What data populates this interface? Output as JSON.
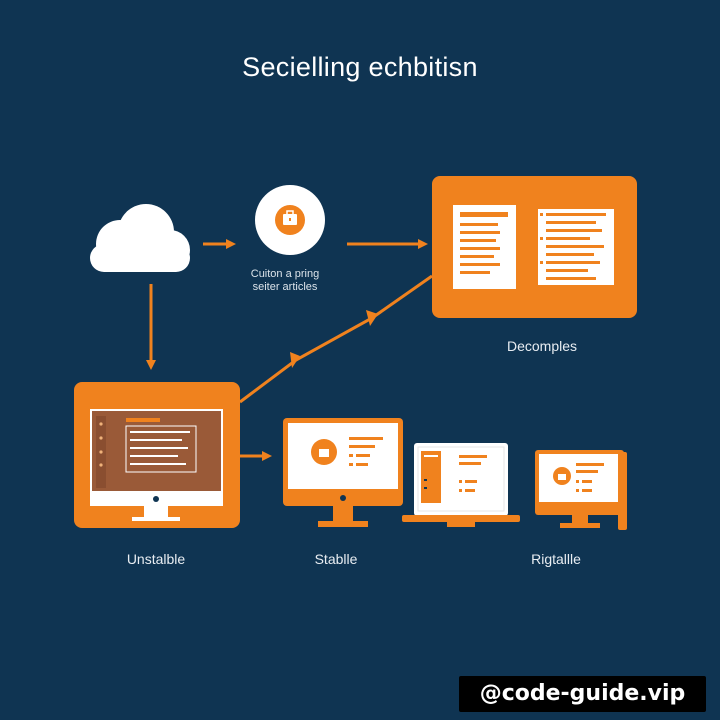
{
  "title": "Secielling echbitisn",
  "nodes": {
    "cloud": {
      "label": ""
    },
    "service": {
      "caption_line1": "Cuiton a pring",
      "caption_line2": "seiter articles"
    },
    "document_panel": {
      "label": "Decomples"
    },
    "unstable_monitor": {
      "label": "Unstalble"
    },
    "stable_devices": {
      "label": "Stablle"
    },
    "right_devices": {
      "label": "Rigtallle"
    }
  },
  "colors": {
    "background": "#0f3452",
    "accent": "#f0821e",
    "screen_brown": "#9a5a38",
    "text": "#ffffff"
  },
  "icons": [
    "cloud-icon",
    "briefcase-icon",
    "document-icon",
    "monitor-icon",
    "laptop-icon"
  ],
  "watermark": "@code-guide.vip"
}
